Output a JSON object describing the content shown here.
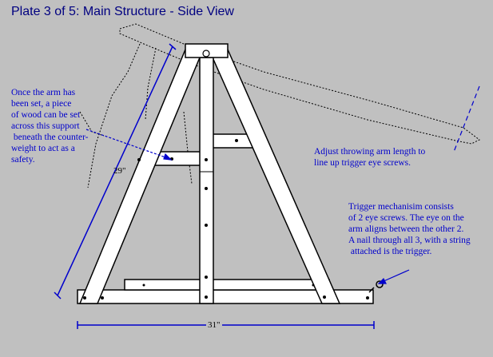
{
  "title": "Plate 3 of 5: Main Structure - Side View",
  "notes": {
    "safety": "Once the arm has\nbeen set, a piece\nof wood can be set\nacross this support\n beneath the counter-\nweight to act as a\nsafety.",
    "arm_length": "Adjust throwing arm length to\nline up trigger eye screws.",
    "trigger": "Trigger mechanisim consists\nof 2 eye screws. The eye on the\narm aligns between the other 2.\nA nail through all 3, with a string\n attached is the trigger."
  },
  "dimensions": {
    "leg_length": "29\"",
    "base_length": "31\""
  },
  "colors": {
    "background": "#c0c0c0",
    "title": "#000080",
    "annotation": "#0000cc",
    "wood": "#ffffff",
    "outline": "#000000"
  }
}
